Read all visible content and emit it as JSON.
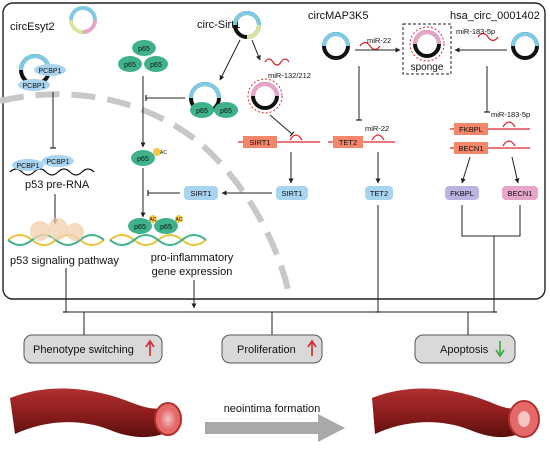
{
  "circrnas": {
    "esyt2": "circEsyt2",
    "sirt1_circ": "circ-Sirt1",
    "map3k5": "circMAP3K5",
    "hsa": "hsa_circ_0001402"
  },
  "proteins": {
    "pcbp1": "PCBP1",
    "p65": "p65",
    "ac": "AC",
    "sirt1": "SIRT1",
    "tet2": "TET2",
    "fkbpl": "FKBPL",
    "becn1": "BECN1"
  },
  "mirnas": {
    "mir132": "miR-132/212",
    "mir22": "miR-22",
    "mir183": "miR-183-5p"
  },
  "labels": {
    "sponge": "sponge",
    "p53_pre_rna": "p53 pre-RNA",
    "p53_pathway": "p53 signaling pathway",
    "proinflam_line1": "pro-inflammatory",
    "proinflam_line2": "gene expression",
    "neointima": "neointima formation"
  },
  "outcomes": [
    {
      "label": "Phenotype switching",
      "direction": "up",
      "arrow_color": "#d9272e"
    },
    {
      "label": "Proliferation",
      "direction": "up",
      "arrow_color": "#d9272e"
    },
    {
      "label": "Apoptosis",
      "direction": "down",
      "arrow_color": "#3aa53a"
    }
  ],
  "colors": {
    "protein_green": "#3fb28c",
    "gene_box": "#f4876b",
    "sirt1_protein": "#a8d4ef",
    "fkbpl_protein": "#b9b4e0",
    "becn1_protein": "#e7a6c9",
    "mirna_red": "#d9272e",
    "outcome_box": "#d9d9d9",
    "vessel": "#8e1d1d"
  }
}
